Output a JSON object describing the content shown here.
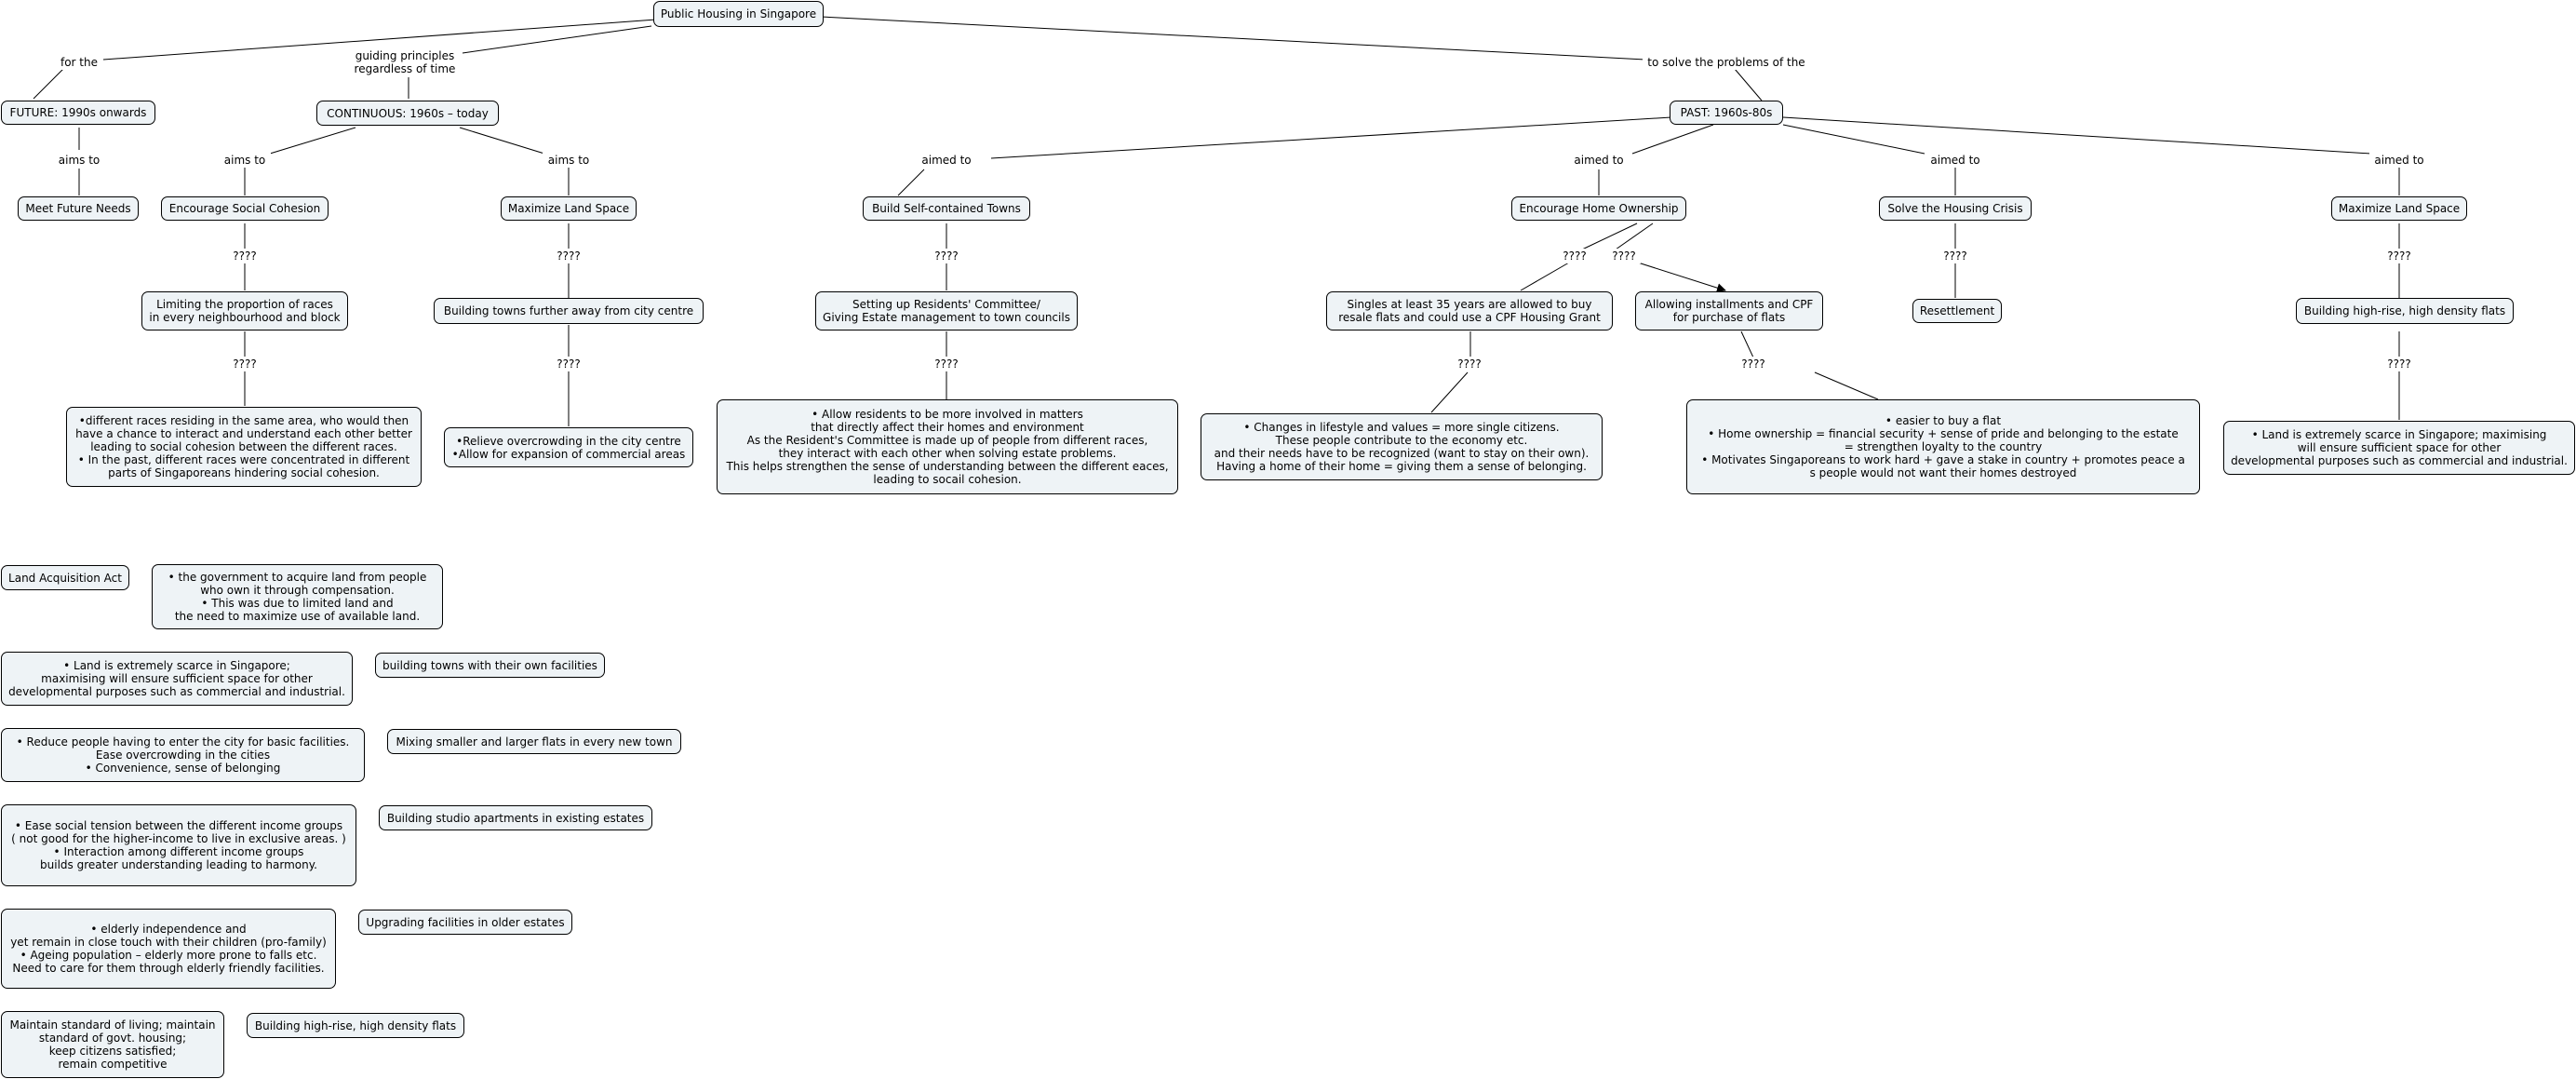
{
  "nodes": {
    "root": "Public Housing in Singapore",
    "future": "FUTURE: 1990s onwards",
    "continuous": "CONTINUOUS: 1960s – today",
    "past": "PAST: 1960s-80s",
    "meet_future": "Meet Future Needs",
    "social_cohesion": "Encourage Social Cohesion",
    "max_land_c": "Maximize Land Space",
    "self_contained": "Build Self-contained Towns",
    "home_ownership": "Encourage Home Ownership",
    "housing_crisis": "Solve the Housing Crisis",
    "max_land_p": "Maximize Land Space",
    "limit_races": "Limiting the proportion of races\nin every neighbourhood and block",
    "towns_away": "Building towns further away from city centre",
    "residents_committee": "Setting up Residents' Committee/\nGiving Estate management to town councils",
    "singles": "Singles at least 35 years are allowed to buy\nresale flats and could use a CPF Housing Grant",
    "installments": "Allowing installments and CPF\nfor purchase of flats",
    "resettlement": "Resettlement",
    "highrise_p": "Building high-rise, high density flats",
    "races_detail": "•different races residing in the same area, who would then\nhave a chance to interact and understand each other better\nleading to social cohesion between the different races.\n• In the past, different races were concentrated in different\nparts of Singaporeans hindering social cohesion.",
    "relieve": "•Relieve overcrowding in the city centre\n•Allow for expansion of commercial areas",
    "residents_detail": "•      Allow residents to be more involved in matters\nthat directly affect their homes and environment\nAs the Resident's Committee is made up of people from different races,\nthey interact with each other when solving estate problems.\nThis helps strengthen the sense of understanding between the different eaces,\nleading to socail cohesion.",
    "singles_detail": "•      Changes in lifestyle and values = more single citizens.\nThese people contribute to the economy etc.\nand their needs have to be recognized (want to stay on their own).\nHaving a home of their home = giving them a sense of belonging.",
    "installments_detail": "•      easier to buy a flat\n•      Home ownership = financial security + sense of pride and belonging to the estate\n= strengthen loyalty to the country\n•      Motivates Singaporeans to work hard + gave a stake in country + promotes peace a\ns people would not want their homes destroyed",
    "highrise_detail": "•      Land is extremely scarce in Singapore; maximising\nwill ensure sufficient space  for other\ndevelopmental purposes such as commercial and industrial.",
    "land_act": "Land Acquisition Act",
    "land_act_detail": "•      the government to acquire land from people\nwho own it through compensation.\n•      This was due to limited land and\nthe need to maximize use of available land.",
    "land_scarce": "•      Land is extremely scarce in Singapore;\nmaximising will ensure sufficient space  for other\ndevelopmental purposes such as commercial and industrial.",
    "own_facilities": "building towns with their own facilities",
    "reduce_people": "•      Reduce people having to enter the city for basic facilities.\nEase overcrowding in the cities\n•      Convenience, sense of belonging",
    "mixing_flats": "Mixing smaller and larger flats in every new town",
    "ease_tension": "•      Ease social tension between the different income groups\n( not good for the higher-income to live in exclusive areas. )\n•      Interaction among different income groups\nbuilds greater understanding leading to harmony.",
    "studio_apts": "Building studio apartments in existing estates",
    "elderly": "•      elderly independence and\nyet remain in close touch with their children (pro-family)\n•      Ageing population – elderly more prone to falls etc.\nNeed to care for them through elderly friendly facilities.",
    "upgrading": "Upgrading facilities in older estates",
    "maintain_std": "Maintain standard of living; maintain\nstandard of govt. housing;\nkeep citizens satisfied;\nremain competitive",
    "highrise_b": "Building high-rise, high density flats"
  },
  "labels": {
    "for_the": "for the",
    "guiding": "guiding principles\nregardless of time",
    "to_solve": "to solve the problems of the",
    "aims_future": "aims to",
    "aims_social": "aims to",
    "aims_land": "aims to",
    "aimed_towns": "aimed to",
    "aimed_home": "aimed to",
    "aimed_crisis": "aimed to",
    "aimed_land": "aimed to",
    "q_social1": "????",
    "q_land1": "????",
    "q_towns1": "????",
    "q_home1": "????",
    "q_home2": "????",
    "q_crisis1": "????",
    "q_landp1": "????",
    "q_social2": "????",
    "q_land2": "????",
    "q_towns2": "????",
    "q_singles": "????",
    "q_install": "????",
    "q_landp2": "????"
  },
  "colors": {
    "node_fill": "#eef3f6",
    "line": "#000000"
  }
}
